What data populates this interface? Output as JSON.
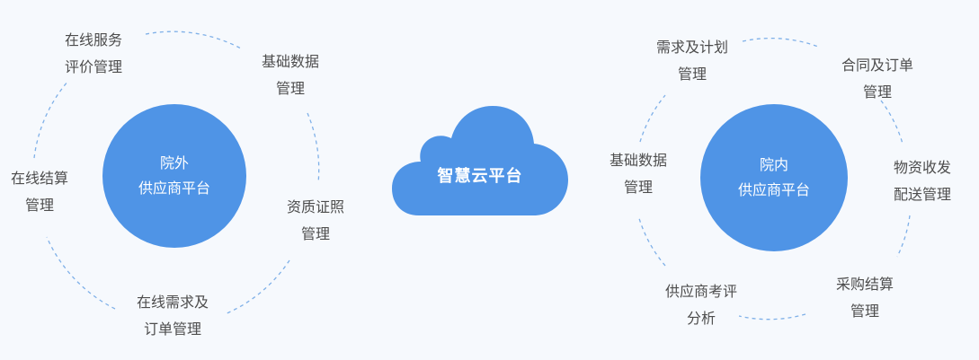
{
  "cloud": {
    "label": "智慧云平台"
  },
  "left_hub": {
    "line1": "院外",
    "line2": "供应商平台"
  },
  "right_hub": {
    "line1": "院内",
    "line2": "供应商平台"
  },
  "left_nodes": {
    "service_eval": [
      "在线服务",
      "评价管理"
    ],
    "base_data": [
      "基础数据",
      "管理"
    ],
    "settlement": [
      "在线结算",
      "管理"
    ],
    "qualification": [
      "资质证照",
      "管理"
    ],
    "demand_order": [
      "在线需求及",
      "订单管理"
    ]
  },
  "right_nodes": {
    "demand_plan": [
      "需求及计划",
      "管理"
    ],
    "contract_order": [
      "合同及订单",
      "管理"
    ],
    "base_data": [
      "基础数据",
      "管理"
    ],
    "material_delivery": [
      "物资收发",
      "配送管理"
    ],
    "supplier_eval": [
      "供应商考评",
      "分析"
    ],
    "purchase_settlement": [
      "采购结算",
      "管理"
    ]
  },
  "colors": {
    "background": "#f6f9fd",
    "hub": "#4f94e6",
    "cloud": "#4f94e6",
    "dashed_ring": "#7fb0e8",
    "label_text": "#4d4d4d"
  }
}
